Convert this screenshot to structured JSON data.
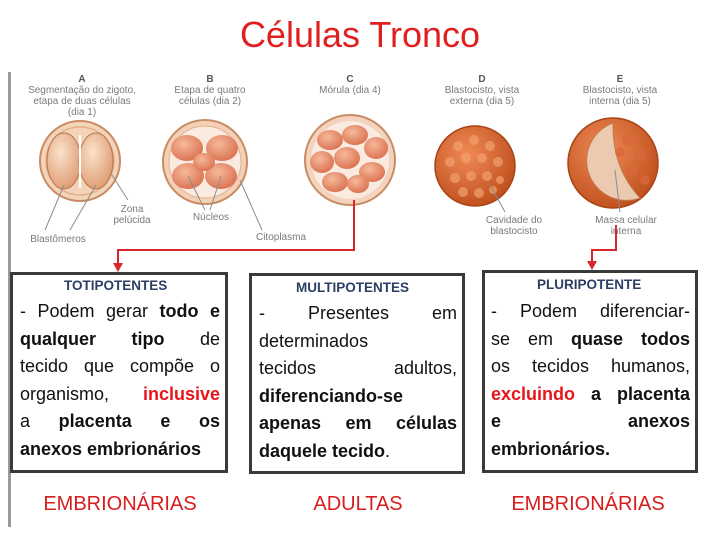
{
  "title": "Células Tronco",
  "stages": [
    {
      "letter": "A",
      "desc": "Segmentação do zigoto, etapa de duas células (dia 1)"
    },
    {
      "letter": "B",
      "desc": "Etapa de quatro células (dia 2)"
    },
    {
      "letter": "C",
      "desc": "Mórula (dia 4)"
    },
    {
      "letter": "D",
      "desc": "Blastocisto, vista externa (dia 5)"
    },
    {
      "letter": "E",
      "desc": "Blastocisto, vista interna (dia 5)"
    }
  ],
  "annotations": {
    "zona": "Zona pelúcida",
    "nucleos": "Núcleos",
    "blastomeros": "Blastômeros",
    "citoplasma": "Citoplasma",
    "cavidade": "Cavidade do blastocisto",
    "massa": "Massa celular interna"
  },
  "boxes": [
    {
      "heading": "TOTIPOTENTES",
      "l1a": "- Podem gerar ",
      "l1b": "todo e",
      "l2a": "qualquer tipo",
      "l2b": " de",
      "l3": "tecido que compõe o",
      "l4a": "organismo, ",
      "l4b": "inclusive",
      "l5a": "a ",
      "l5b": "placenta e os",
      "l6": "anexos embrionários"
    },
    {
      "heading": "MULTIPOTENTES",
      "l1": "- Presentes em",
      "l2": "determinados",
      "l3": "tecidos adultos,",
      "l4": "diferenciando-se",
      "l5": "apenas em células",
      "l6a": "daquele tecido",
      "l6b": "."
    },
    {
      "heading": "PLURIPOTENTE",
      "l1": "- Podem diferenciar-",
      "l2a": "se em ",
      "l2b": "quase todos",
      "l3": "os tecidos humanos,",
      "l4a": "excluindo",
      "l4b": " a placenta",
      "l5": "e anexos",
      "l6": "embrionários."
    }
  ],
  "bottom": [
    "EMBRIONÁRIAS",
    "ADULTAS",
    "EMBRIONÁRIAS"
  ],
  "colors": {
    "title": "#e02020",
    "arrow": "#d8262c",
    "heading": "#2b3e63",
    "emphasis": "#e8151b"
  }
}
